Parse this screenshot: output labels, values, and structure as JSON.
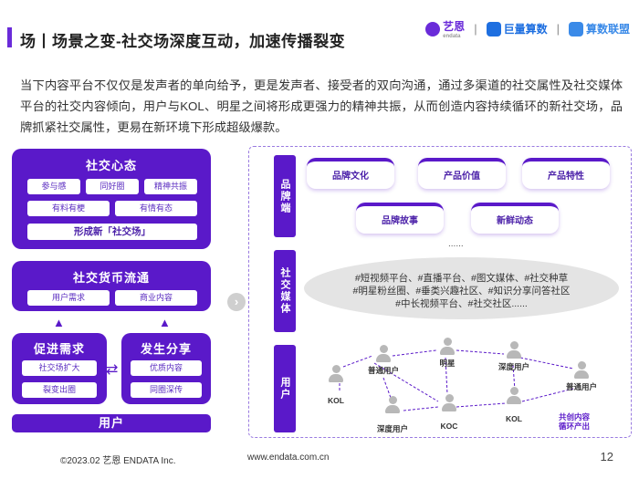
{
  "header": {
    "title": "场丨场景之变-社交场深度互动，加速传播裂变",
    "logos": [
      {
        "name": "艺恩",
        "sub": "endata",
        "color": "#6a2bd9"
      },
      {
        "name": "巨量算数",
        "color": "#1e6fe0"
      },
      {
        "name": "算数联盟",
        "color": "#3a8ae8"
      }
    ],
    "separator": "|"
  },
  "intro": "当下内容平台不仅仅是发声者的单向给予，更是发声者、接受者的双向沟通，通过多渠道的社交属性及社交媒体平台的社交内容倾向，用户与KOL、明星之间将形成更强力的精神共振，从而创造内容持续循环的新社交场，品牌抓紧社交属性，更易在新环境下形成超级爆款。",
  "left": {
    "social_mindset": {
      "title": "社交心态",
      "row1": [
        "参与感",
        "同好圈",
        "精神共振"
      ],
      "row2": [
        "有料有梗",
        "有情有态"
      ],
      "bottom": "形成新「社交场」"
    },
    "currency": {
      "title": "社交货币流通",
      "items": [
        "用户需求",
        "商业内容"
      ]
    },
    "promote": {
      "title": "促进需求",
      "items": [
        "社交场扩大",
        "裂变出圈"
      ]
    },
    "share": {
      "title": "发生分享",
      "items": [
        "优质内容",
        "同圈深传"
      ]
    },
    "user_bar": "用户",
    "arrow_up": "▲",
    "arrow_lr": "⇄"
  },
  "nav_arrow": "›",
  "right": {
    "tabs": [
      "品牌端",
      "社交媒体",
      "用户"
    ],
    "brand_items_row1": [
      "品牌文化",
      "产品价值",
      "产品特性"
    ],
    "brand_items_row2": [
      "品牌故事",
      "新鲜动态"
    ],
    "ellipsis": "......",
    "media_lines": [
      "#短视频平台、#直播平台、#图文媒体、#社交种草",
      "#明星粉丝圈、#垂类兴趣社区、#知识分享问答社区",
      "#中长视频平台、#社交社区......"
    ],
    "nodes": [
      "普通用户",
      "明星",
      "深度用户",
      "KOL",
      "KOC",
      "深度用户",
      "KOL",
      "普通用户"
    ],
    "loop_note": [
      "共创内容",
      "循环产出"
    ]
  },
  "footer": {
    "copyright": "©2023.02 艺恩 ENDATA Inc.",
    "url": "www.endata.com.cn",
    "page": "12"
  }
}
